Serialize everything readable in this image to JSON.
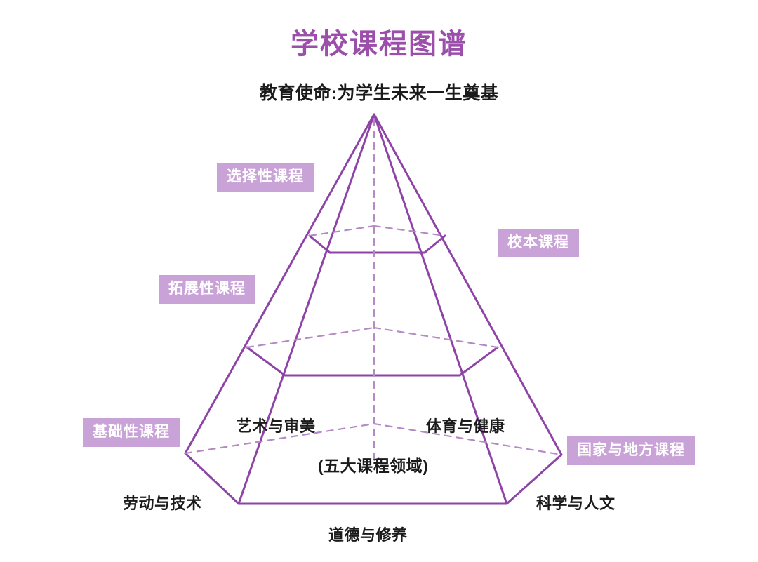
{
  "page": {
    "title": "学校课程图谱",
    "subtitle": "教育使命:为学生未来一生奠基",
    "title_color": "#9b4fab",
    "badge_bg_color": "#c9a2d7",
    "line_color": "#8e44a6",
    "dashed_line_color": "#b58ac4",
    "background": "#ffffff"
  },
  "tier_badges": {
    "left": [
      {
        "label": "选择性课程",
        "tier": "top"
      },
      {
        "label": "拓展性课程",
        "tier": "middle"
      },
      {
        "label": "基础性课程",
        "tier": "base"
      }
    ],
    "right": [
      {
        "label": "校本课程",
        "tier": "top"
      },
      {
        "label": "国家与地方课程",
        "tier": "base"
      }
    ]
  },
  "pyramid": {
    "center_note": "(五大课程领域)",
    "domains": [
      {
        "name": "艺术与审美",
        "position": "inner-left"
      },
      {
        "name": "体育与健康",
        "position": "inner-right"
      },
      {
        "name": "劳动与技术",
        "position": "outer-left"
      },
      {
        "name": "科学与人文",
        "position": "outer-right"
      },
      {
        "name": "道德与修养",
        "position": "bottom-center"
      }
    ]
  }
}
